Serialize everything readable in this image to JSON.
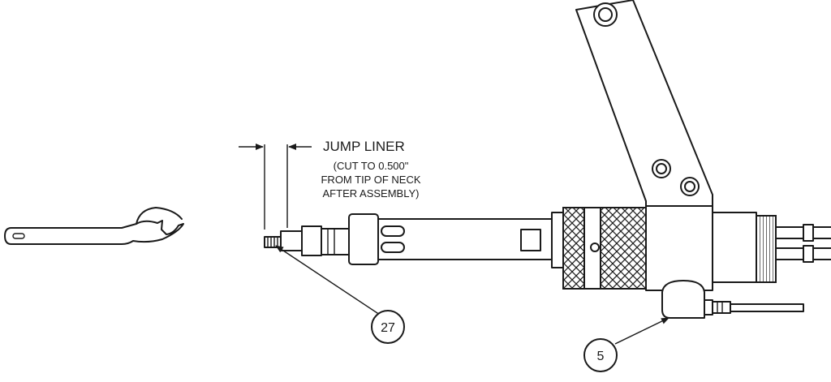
{
  "callout": {
    "title": "JUMP LINER",
    "note_line1": "(CUT TO 0.500\"",
    "note_line2": "FROM TIP OF NECK",
    "note_line3": "AFTER ASSEMBLY)"
  },
  "balloons": [
    {
      "label": "27"
    },
    {
      "label": "5"
    }
  ],
  "colors": {
    "ink": "#1a1a1a",
    "paper": "#ffffff"
  }
}
